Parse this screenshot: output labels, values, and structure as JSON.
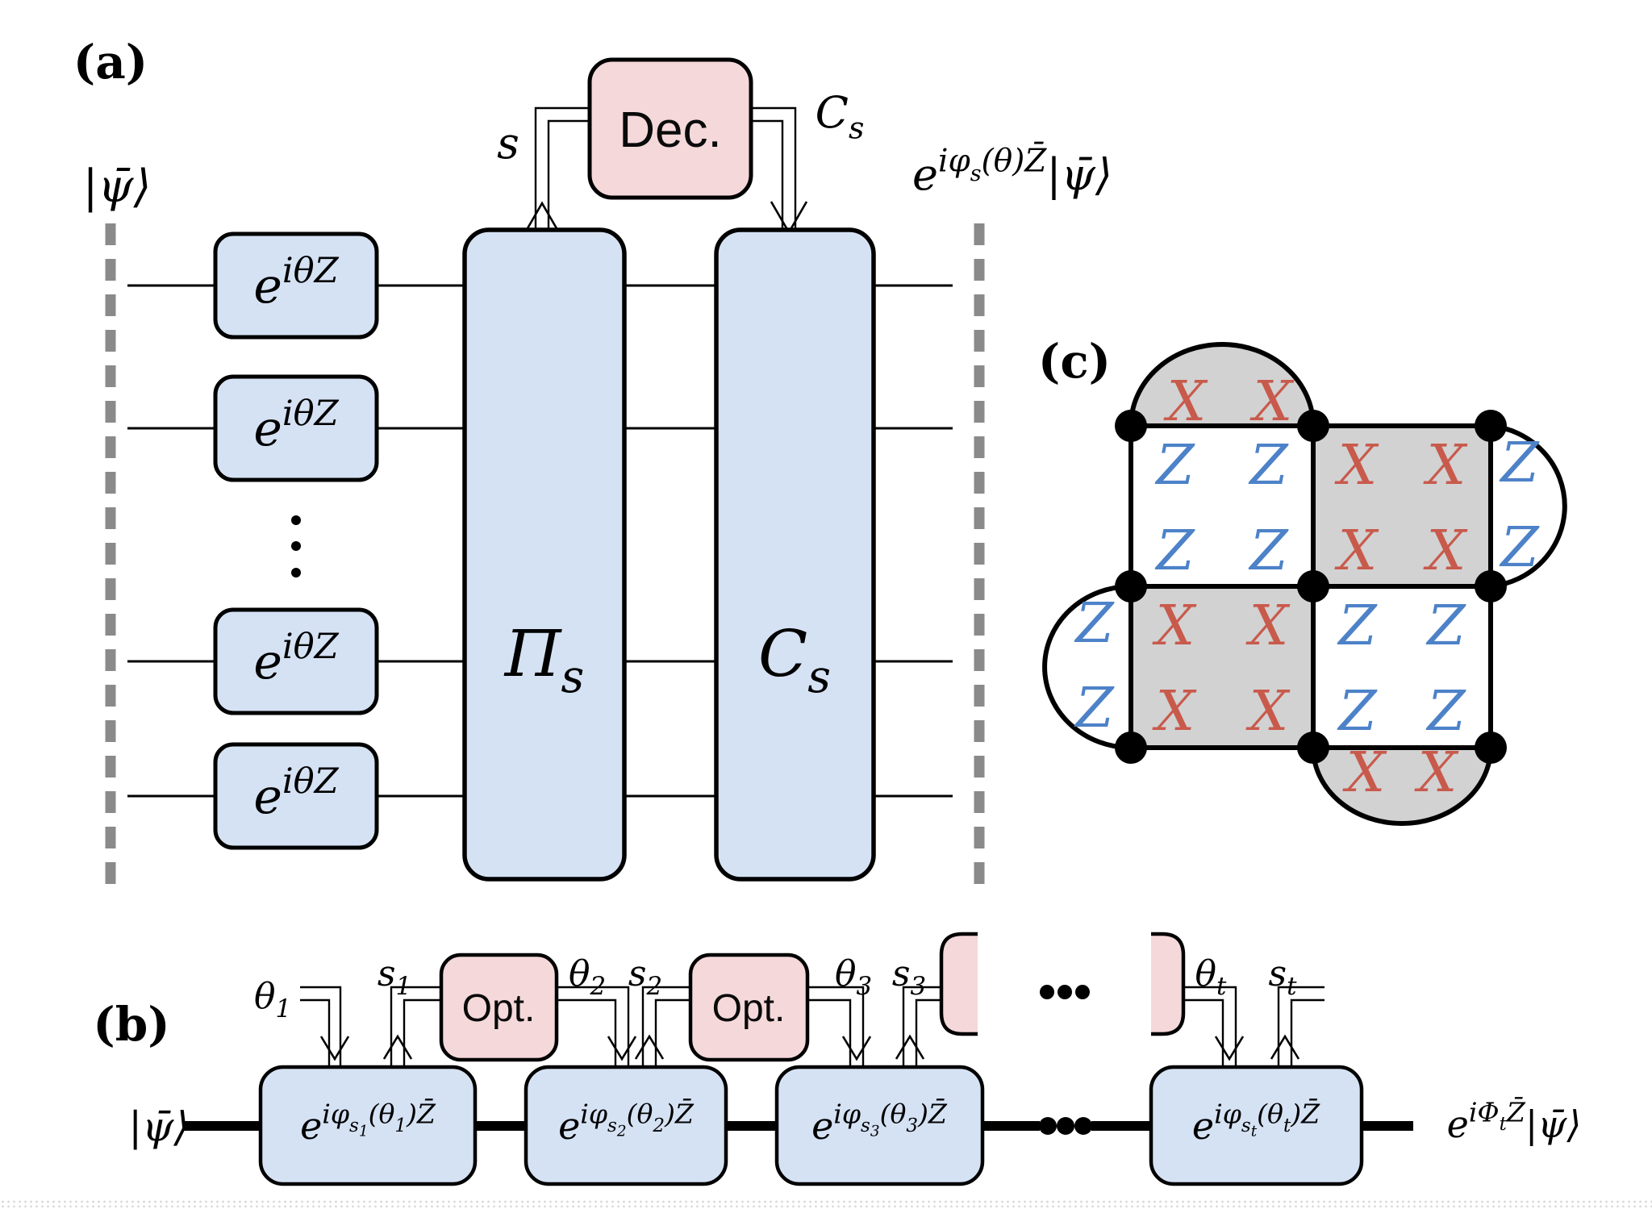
{
  "colors": {
    "box_blue": "#d5e2f4",
    "box_pink": "#f4d8da",
    "plaquette_gray": "#d2d2d2",
    "plaquette_white": "#ffffff",
    "x_red": "#c85a4c",
    "z_blue": "#4d82c8",
    "dash_gray": "#8a8a8a",
    "line_black": "#000000"
  },
  "panel_a": {
    "label": "(a)",
    "input_ket": [
      [
        "|ψ̄⟩",
        0
      ]
    ],
    "gate_label": [
      [
        "e",
        0
      ],
      [
        "iθZ",
        1
      ]
    ],
    "projector_label": [
      [
        "Π",
        0
      ],
      [
        "s",
        -1
      ]
    ],
    "correction_box_label": [
      [
        "C",
        0
      ],
      [
        "s",
        -1
      ]
    ],
    "decoder_label": "Dec.",
    "syndrome_label": "s",
    "correction_wire_label": [
      [
        "C",
        0
      ],
      [
        "s",
        -1
      ]
    ],
    "output_state": [
      [
        "e",
        0
      ],
      [
        "iφ",
        1
      ],
      [
        "s",
        2
      ],
      [
        "(θ)Z̄",
        1
      ],
      [
        "|ψ̄⟩",
        0
      ]
    ]
  },
  "panel_b": {
    "label": "(b)",
    "input_ket": [
      [
        "|ψ̄⟩",
        0
      ]
    ],
    "optimizer_label": "Opt.",
    "rotation_labels": {
      "r1": [
        [
          "e",
          0
        ],
        [
          "iφ",
          1
        ],
        [
          "s",
          2
        ],
        [
          "1",
          3
        ],
        [
          "(θ",
          1
        ],
        [
          "1",
          2
        ],
        [
          ")Z̄",
          1
        ]
      ],
      "r2": [
        [
          "e",
          0
        ],
        [
          "iφ",
          1
        ],
        [
          "s",
          2
        ],
        [
          "2",
          3
        ],
        [
          "(θ",
          1
        ],
        [
          "2",
          2
        ],
        [
          ")Z̄",
          1
        ]
      ],
      "r3": [
        [
          "e",
          0
        ],
        [
          "iφ",
          1
        ],
        [
          "s",
          2
        ],
        [
          "3",
          3
        ],
        [
          "(θ",
          1
        ],
        [
          "3",
          2
        ],
        [
          ")Z̄",
          1
        ]
      ],
      "rt": [
        [
          "e",
          0
        ],
        [
          "iφ",
          1
        ],
        [
          "s",
          2
        ],
        [
          "t",
          3
        ],
        [
          "(θ",
          1
        ],
        [
          "t",
          2
        ],
        [
          ")Z̄",
          1
        ]
      ]
    },
    "theta_labels": {
      "t1": [
        [
          "θ",
          0
        ],
        [
          "1",
          -1
        ]
      ],
      "t2": [
        [
          "θ",
          0
        ],
        [
          "2",
          -1
        ]
      ],
      "t3": [
        [
          "θ",
          0
        ],
        [
          "3",
          -1
        ]
      ],
      "tt": [
        [
          "θ",
          0
        ],
        [
          "t",
          -1
        ]
      ]
    },
    "syndrome_labels": {
      "s1": [
        [
          "s",
          0
        ],
        [
          "1",
          -1
        ]
      ],
      "s2": [
        [
          "s",
          0
        ],
        [
          "2",
          -1
        ]
      ],
      "s3": [
        [
          "s",
          0
        ],
        [
          "3",
          -1
        ]
      ],
      "st": [
        [
          "s",
          0
        ],
        [
          "t",
          -1
        ]
      ]
    },
    "output_state": [
      [
        "e",
        0
      ],
      [
        "iΦ",
        1
      ],
      [
        "t",
        2
      ],
      [
        "Z̄",
        1
      ],
      [
        "|ψ̄⟩",
        0
      ]
    ]
  },
  "panel_c": {
    "label": "(c)",
    "stabilizers": {
      "top_lobe": [
        "X",
        "X"
      ],
      "cell_tl": [
        "Z",
        "Z",
        "Z",
        "Z"
      ],
      "cell_tr": [
        "X",
        "X",
        "X",
        "X"
      ],
      "cell_bl": [
        "X",
        "X",
        "X",
        "X"
      ],
      "cell_br": [
        "Z",
        "Z",
        "Z",
        "Z"
      ],
      "right_lobe": [
        "Z",
        "Z"
      ],
      "left_lobe": [
        "Z",
        "Z"
      ],
      "bottom_lobe": [
        "X",
        "X"
      ]
    }
  }
}
